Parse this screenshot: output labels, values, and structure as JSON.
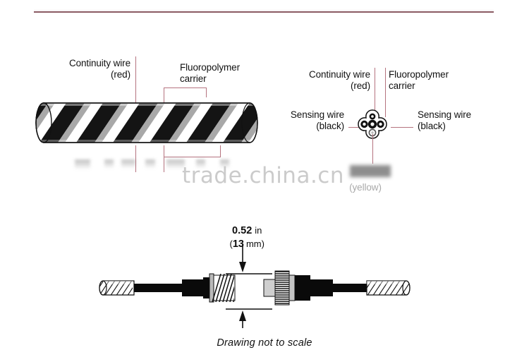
{
  "figure": {
    "caption": "Drawing not to scale",
    "watermark": "trade.china.cn"
  },
  "braid_view": {
    "labels": {
      "continuity_wire_line1": "Continuity wire",
      "continuity_wire_line2": "(red)",
      "fluoropolymer_line1": "Fluoropolymer",
      "fluoropolymer_line2": "carrier"
    },
    "obscured_labels": [
      {
        "text": "",
        "note": "redacted"
      },
      {
        "text": "",
        "note": "redacted"
      },
      {
        "text": "",
        "note": "redacted"
      }
    ]
  },
  "cross_section": {
    "labels": {
      "continuity_wire_line1": "Continuity wire",
      "continuity_wire_line2": "(red)",
      "fluoropolymer_line1": "Fluoropolymer",
      "fluoropolymer_line2": "carrier",
      "sensing_wire_left_line1": "Sensing wire",
      "sensing_wire_left_line2": "(black)",
      "sensing_wire_right_line1": "Sensing wire",
      "sensing_wire_right_line2": "(black)",
      "bottom_label_line2": "(yellow)"
    }
  },
  "assembly_view": {
    "dimension": {
      "value_in": "0.52",
      "unit_in": "in",
      "value_mm": "13",
      "unit_mm": "mm",
      "open_paren": "(",
      "close_paren": ")"
    }
  },
  "colors": {
    "rule": "#8a5a62",
    "leader": "#b5737f",
    "ink": "#111111",
    "strand_dark": "#141414",
    "strand_gray": "#a8a8a8",
    "watermark": "#c9c9c9"
  }
}
